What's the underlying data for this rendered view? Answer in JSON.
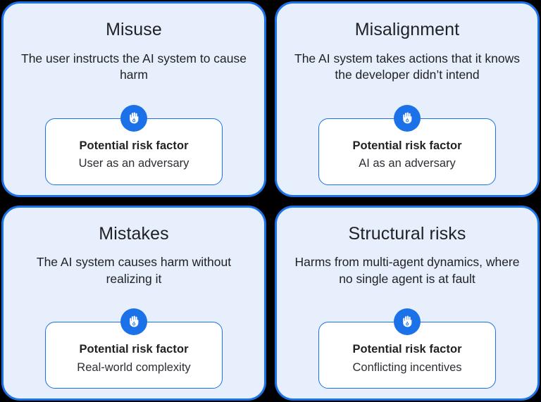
{
  "theme": {
    "page_background": "#000000",
    "card_fill": "#e7eefc",
    "card_border": "#1b72e8",
    "accent_blue": "#1b72e8",
    "panel_fill": "#ffffff",
    "text_color": "#1f2124"
  },
  "layout": {
    "type": "2x2-card-grid",
    "columns": 2,
    "rows": 2
  },
  "risk_label": "Potential risk factor",
  "icon": "raised-hand-icon",
  "cards": [
    {
      "id": "misuse",
      "title": "Misuse",
      "description": "The user instructs the AI system to cause harm",
      "risk_label": "Potential risk factor",
      "risk_value": "User as an adversary",
      "icon": "raised-hand-icon"
    },
    {
      "id": "misalignment",
      "title": "Misalignment",
      "description": "The AI system takes actions that it knows the developer didn’t intend",
      "risk_label": "Potential risk factor",
      "risk_value": "AI as an adversary",
      "icon": "raised-hand-icon"
    },
    {
      "id": "mistakes",
      "title": "Mistakes",
      "description": "The AI system causes harm without realizing it",
      "risk_label": "Potential risk factor",
      "risk_value": "Real-world complexity",
      "icon": "raised-hand-icon"
    },
    {
      "id": "structural-risks",
      "title": "Structural risks",
      "description": "Harms from multi-agent dynamics, where no single agent is at fault",
      "risk_label": "Potential risk factor",
      "risk_value": "Conflicting incentives",
      "icon": "raised-hand-icon"
    }
  ]
}
